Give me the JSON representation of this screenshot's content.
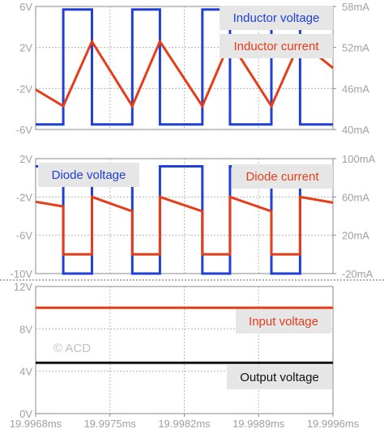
{
  "watermark": "© ACD",
  "x_ticks": [
    "19.9968ms",
    "19.9975ms",
    "19.9982ms",
    "19.9989ms",
    "19.9996ms"
  ],
  "chart_data": [
    {
      "type": "line",
      "xlim": [
        19.9968,
        19.9996
      ],
      "ylim_left": [
        -6,
        6
      ],
      "ylim_right": [
        40,
        60
      ],
      "left_ticks": [
        "6V",
        "2V",
        "-2V",
        "-6V"
      ],
      "right_ticks": [
        "58mA",
        "52mA",
        "46mA",
        "40mA"
      ],
      "grid": true,
      "series": [
        {
          "name": "Inductor voltage",
          "axis": "left",
          "color": "#1f3fd6",
          "x": [
            19.9968,
            19.99706,
            19.99706,
            19.99733,
            19.99733,
            19.99771,
            19.99771,
            19.99797,
            19.99797,
            19.99837,
            19.99837,
            19.99863,
            19.99863,
            19.99902,
            19.99902,
            19.99929,
            19.99929,
            19.9996
          ],
          "y": [
            -5.5,
            -5.5,
            5.7,
            5.7,
            -5.5,
            -5.5,
            5.7,
            5.7,
            -5.5,
            -5.5,
            5.7,
            5.7,
            -5.5,
            -5.5,
            5.7,
            5.7,
            -5.5,
            -5.5
          ]
        },
        {
          "name": "Inductor current",
          "axis": "right",
          "color": "#e63d18",
          "x": [
            19.9968,
            19.99706,
            19.99733,
            19.99771,
            19.99797,
            19.99837,
            19.99863,
            19.99902,
            19.99929,
            19.9996
          ],
          "y": [
            46.5,
            43.8,
            54.3,
            43.8,
            54.3,
            43.8,
            54.3,
            43.8,
            54.3,
            50.0
          ]
        }
      ]
    },
    {
      "type": "line",
      "xlim": [
        19.9968,
        19.9996
      ],
      "ylim_left": [
        -10,
        2
      ],
      "ylim_right": [
        -20,
        100
      ],
      "left_ticks": [
        "2V",
        "-2V",
        "-6V",
        "-10V"
      ],
      "right_ticks": [
        "100mA",
        "60mA",
        "20mA",
        "-20mA"
      ],
      "grid": true,
      "series": [
        {
          "name": "Diode voltage",
          "axis": "left",
          "color": "#1f3fd6",
          "x": [
            19.9968,
            19.99706,
            19.99706,
            19.99733,
            19.99733,
            19.99771,
            19.99771,
            19.99797,
            19.99797,
            19.99837,
            19.99837,
            19.99863,
            19.99863,
            19.99902,
            19.99902,
            19.99929,
            19.99929,
            19.9996
          ],
          "y": [
            1.2,
            1.2,
            -10.0,
            -10.0,
            1.2,
            1.2,
            -10.0,
            -10.0,
            1.2,
            1.2,
            -10.0,
            -10.0,
            1.2,
            1.2,
            -10.0,
            -10.0,
            1.2,
            1.2
          ]
        },
        {
          "name": "Diode current",
          "axis": "right",
          "color": "#e63d18",
          "x": [
            19.9968,
            19.99706,
            19.99706,
            19.99733,
            19.99733,
            19.99771,
            19.99771,
            19.99797,
            19.99797,
            19.99837,
            19.99837,
            19.99863,
            19.99863,
            19.99902,
            19.99902,
            19.99929,
            19.99929,
            19.9996
          ],
          "y": [
            55,
            50,
            0,
            0,
            60,
            45,
            0,
            0,
            60,
            45,
            0,
            0,
            60,
            45,
            0,
            0,
            60,
            54
          ]
        }
      ]
    },
    {
      "type": "line",
      "xlim": [
        19.9968,
        19.9996
      ],
      "ylim_left": [
        0,
        12
      ],
      "left_ticks": [
        "12V",
        "8V",
        "4V",
        "0V"
      ],
      "grid": true,
      "series": [
        {
          "name": "Input voltage",
          "axis": "left",
          "color": "#e63d18",
          "x": [
            19.9968,
            19.9996
          ],
          "y": [
            10,
            10
          ]
        },
        {
          "name": "Output voltage",
          "axis": "left",
          "color": "#111111",
          "x": [
            19.9968,
            19.9996
          ],
          "y": [
            4.8,
            4.8
          ]
        }
      ]
    }
  ]
}
